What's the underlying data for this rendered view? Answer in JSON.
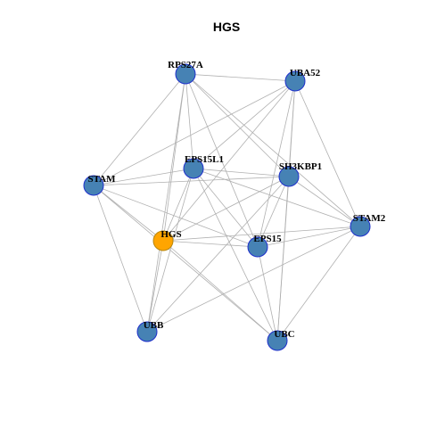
{
  "title": "HGS",
  "colors": {
    "node_fill": "#4682B4",
    "node_stroke": "#1E2FCC",
    "focus_fill": "#FFA500",
    "focus_stroke": "#B8860B",
    "edge": "#B0B0B0"
  },
  "nodes": [
    {
      "id": "RPS27A",
      "label": "RPS27A",
      "focus": false
    },
    {
      "id": "UBA52",
      "label": "UBA52",
      "focus": false
    },
    {
      "id": "EPS15L1",
      "label": "EPS15L1",
      "focus": false
    },
    {
      "id": "SH3KBP1",
      "label": "SH3KBP1",
      "focus": false
    },
    {
      "id": "STAM",
      "label": "STAM",
      "focus": false
    },
    {
      "id": "STAM2",
      "label": "STAM2",
      "focus": false
    },
    {
      "id": "HGS",
      "label": "HGS",
      "focus": true
    },
    {
      "id": "EPS15",
      "label": "EPS15",
      "focus": false
    },
    {
      "id": "UBB",
      "label": "UBB",
      "focus": false
    },
    {
      "id": "UBC",
      "label": "UBC",
      "focus": false
    }
  ],
  "edges": [
    [
      "RPS27A",
      "UBA52"
    ],
    [
      "RPS27A",
      "STAM"
    ],
    [
      "RPS27A",
      "EPS15L1"
    ],
    [
      "RPS27A",
      "SH3KBP1"
    ],
    [
      "RPS27A",
      "HGS"
    ],
    [
      "RPS27A",
      "EPS15"
    ],
    [
      "RPS27A",
      "STAM2"
    ],
    [
      "RPS27A",
      "UBB"
    ],
    [
      "UBA52",
      "STAM"
    ],
    [
      "UBA52",
      "EPS15L1"
    ],
    [
      "UBA52",
      "SH3KBP1"
    ],
    [
      "UBA52",
      "HGS"
    ],
    [
      "UBA52",
      "EPS15"
    ],
    [
      "UBA52",
      "STAM2"
    ],
    [
      "UBA52",
      "UBC"
    ],
    [
      "STAM",
      "EPS15L1"
    ],
    [
      "STAM",
      "SH3KBP1"
    ],
    [
      "STAM",
      "HGS"
    ],
    [
      "STAM",
      "EPS15"
    ],
    [
      "STAM",
      "UBB"
    ],
    [
      "STAM",
      "UBC"
    ],
    [
      "EPS15L1",
      "SH3KBP1"
    ],
    [
      "EPS15L1",
      "HGS"
    ],
    [
      "EPS15L1",
      "EPS15"
    ],
    [
      "EPS15L1",
      "STAM2"
    ],
    [
      "EPS15L1",
      "UBB"
    ],
    [
      "EPS15L1",
      "UBC"
    ],
    [
      "SH3KBP1",
      "HGS"
    ],
    [
      "SH3KBP1",
      "EPS15"
    ],
    [
      "SH3KBP1",
      "STAM2"
    ],
    [
      "SH3KBP1",
      "UBB"
    ],
    [
      "SH3KBP1",
      "UBC"
    ],
    [
      "HGS",
      "EPS15"
    ],
    [
      "HGS",
      "STAM2"
    ],
    [
      "HGS",
      "UBB"
    ],
    [
      "HGS",
      "UBC"
    ],
    [
      "EPS15",
      "STAM2"
    ],
    [
      "EPS15",
      "UBC"
    ],
    [
      "STAM2",
      "UBB"
    ],
    [
      "STAM2",
      "UBC"
    ]
  ]
}
